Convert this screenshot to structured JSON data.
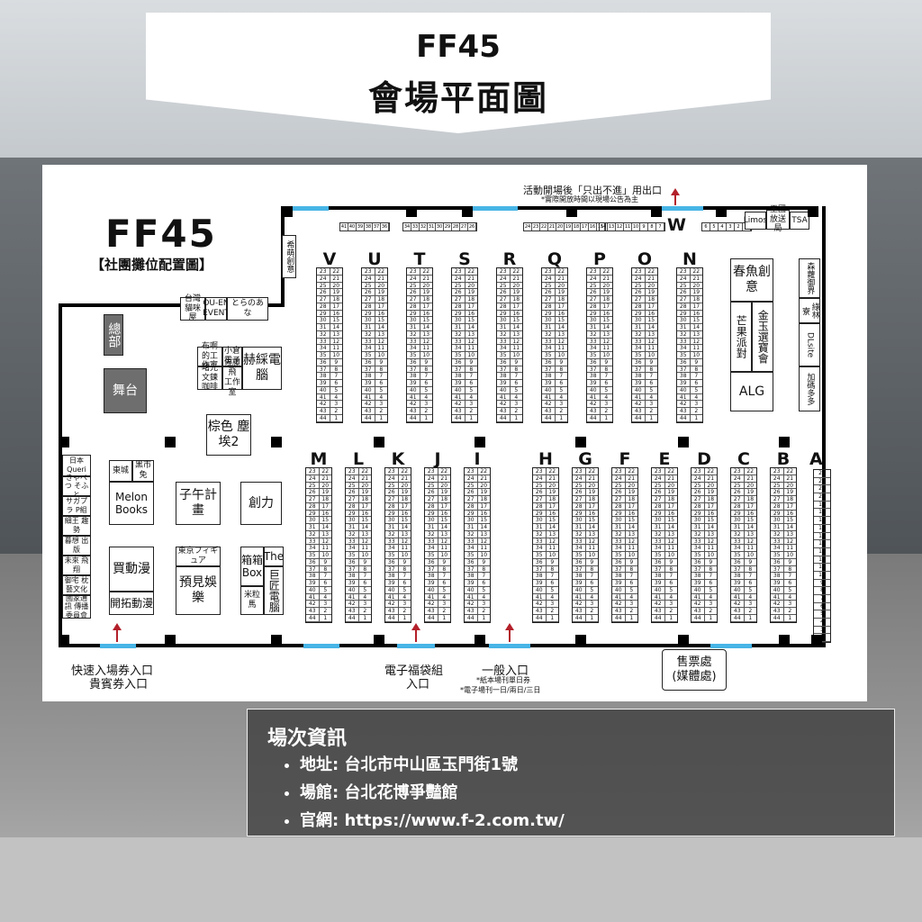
{
  "banner": {
    "title": "FF45",
    "subtitle": "會場平面圖"
  },
  "map": {
    "logo": "FF45",
    "logo_sub": "【社團攤位配置圖】",
    "exit_note": "活動開場後「只出不進」用出口",
    "exit_sub": "*實際開放時間以現場公告為主",
    "w_label": "W",
    "top_row_letters": [
      "V",
      "U",
      "T",
      "S",
      "R",
      "Q",
      "P",
      "O",
      "N"
    ],
    "bottom_row_letters": [
      "M",
      "L",
      "K",
      "J",
      "I",
      "H",
      "G",
      "F",
      "E",
      "D",
      "C",
      "B"
    ],
    "a_label": "A",
    "booths": {
      "xiwang": "希萌創意",
      "taiwan": "台灣 貓咪屋",
      "ouen": "OU-EN EVENT",
      "toranoana": "とらのあな",
      "zongbu": "總部",
      "wutai": "舞台",
      "buyangde": "布啊的工作室",
      "xiaocang": "小倉電子",
      "liguang": "曙光 文鍊咖啡",
      "zuoteng": "佐藤飛 工作室",
      "heshen": "赫綵電腦",
      "zongse": "棕色 塵埃2",
      "dongcheng": "東城",
      "heishi": "黑市免",
      "melon": "Melon Books",
      "ziwu": "子午計畫",
      "chuangli": "創力",
      "maidongman": "買動漫",
      "kaituo": "開拓動漫",
      "tokyo": "東京フィギュア",
      "yujian": "預見娛樂",
      "xiangxiang": "箱箱 Box",
      "the": "The",
      "juxiang": "巨匠電腦",
      "milihua": "米粒馬",
      "chunyu": "春魚創意",
      "mangguo": "芒果派對",
      "jinyu": "金玉選寶會",
      "alg": "ALG",
      "limos": "Limos",
      "wangguo": "王國放送局",
      "tsa": "TSA",
      "senluo": "森蘿御界",
      "lulin": "綠林寮",
      "dlsite": "DLsite",
      "jiama": "加碼多多",
      "left_column": [
        "日本 Queri",
        "きゃべつ そふと",
        "サガプラ P組",
        "細王 趣勢",
        "暮想 出版",
        "未來 飛翔",
        "御宅 枕藝文化",
        "國家通訊 傳播委員會"
      ]
    },
    "entrances": {
      "fast": "快速入場券入口",
      "vip": "貴賓券入口",
      "ebag": "電子福袋組",
      "ebag2": "入口",
      "general": "一般入口",
      "general_n1": "*紙本場刊單日券",
      "general_n2": "*電子場刊一日/兩日/三日",
      "ticket": "售票處",
      "ticket2": "(媒體處)"
    }
  },
  "info": {
    "heading": "場次資訊",
    "items": [
      "地址: 台北市中山區玉門街1號",
      "場館:  台北花博爭豔館",
      "官網:  https://www.f-2.com.tw/"
    ]
  }
}
